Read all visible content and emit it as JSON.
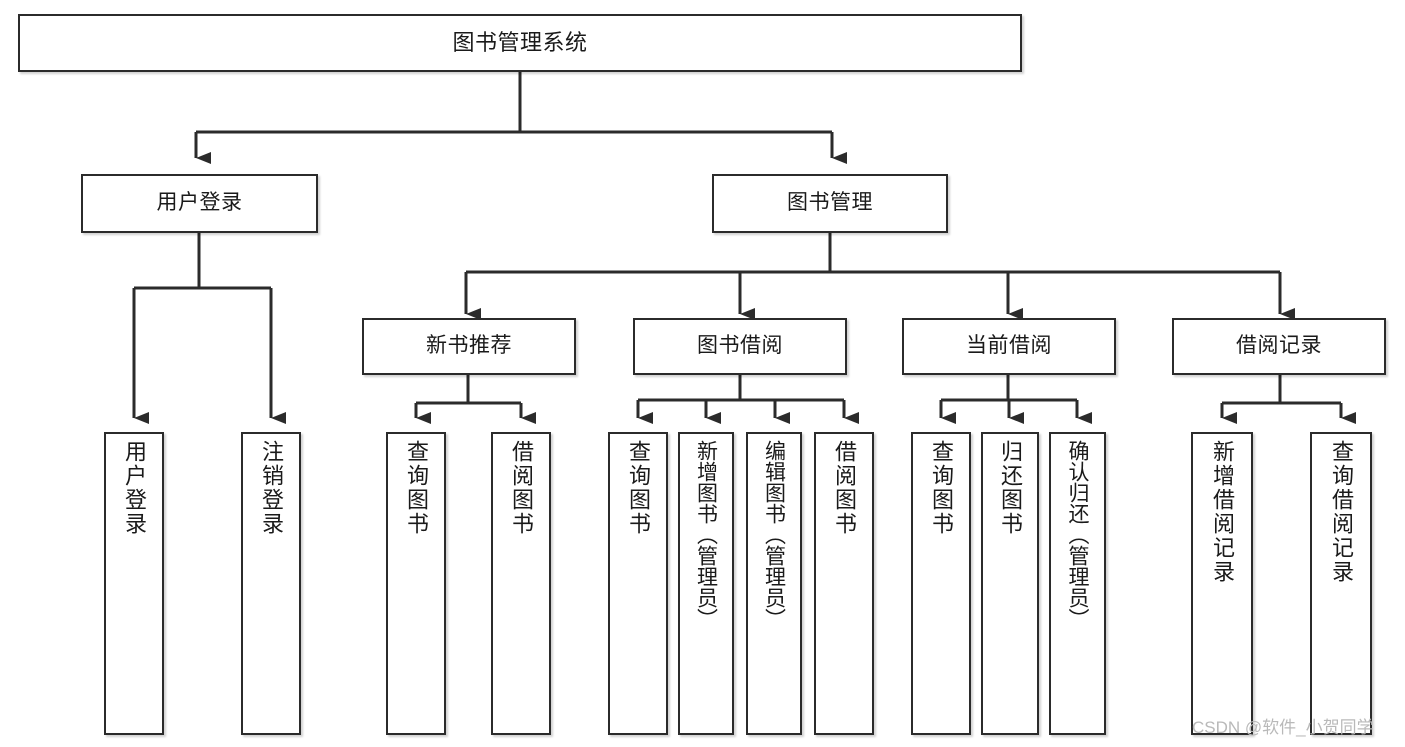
{
  "diagram": {
    "type": "tree-hierarchy-chart",
    "title": "图书管理系统",
    "orientation": "top-down",
    "line_color": "#2b2b2b",
    "box_fill": "#ffffff",
    "box_border": "#2b2b2b",
    "nodes": {
      "root": {
        "label": "图书管理系统"
      },
      "level2": [
        {
          "id": "user-login",
          "label": "用户登录"
        },
        {
          "id": "book-manage",
          "label": "图书管理"
        }
      ],
      "level3": [
        {
          "id": "new-book-rec",
          "label": "新书推荐"
        },
        {
          "id": "book-borrow",
          "label": "图书借阅"
        },
        {
          "id": "current-borrow",
          "label": "当前借阅"
        },
        {
          "id": "borrow-record",
          "label": "借阅记录"
        }
      ],
      "leaves": {
        "user_login": [
          {
            "id": "leaf-user-login",
            "label": "用户登录"
          },
          {
            "id": "leaf-logout-login",
            "label": "注销登录"
          }
        ],
        "new_book_rec": [
          {
            "id": "leaf-query-book-1",
            "label": "查询图书"
          },
          {
            "id": "leaf-borrow-book-1",
            "label": "借阅图书"
          }
        ],
        "book_borrow": [
          {
            "id": "leaf-query-book-2",
            "label": "查询图书"
          },
          {
            "id": "leaf-add-book",
            "label": "新增图书（管理员）"
          },
          {
            "id": "leaf-edit-book",
            "label": "编辑图书（管理员）"
          },
          {
            "id": "leaf-borrow-book-2",
            "label": "借阅图书"
          }
        ],
        "current_borrow": [
          {
            "id": "leaf-query-book-3",
            "label": "查询图书"
          },
          {
            "id": "leaf-return-book",
            "label": "归还图书"
          },
          {
            "id": "leaf-confirm-return",
            "label": "确认归还（管理员）"
          }
        ],
        "borrow_record": [
          {
            "id": "leaf-add-record",
            "label": "新增借阅记录"
          },
          {
            "id": "leaf-query-record",
            "label": "查询借阅记录"
          }
        ]
      }
    }
  },
  "watermark": {
    "text": "CSDN @软件_小贺同学"
  }
}
